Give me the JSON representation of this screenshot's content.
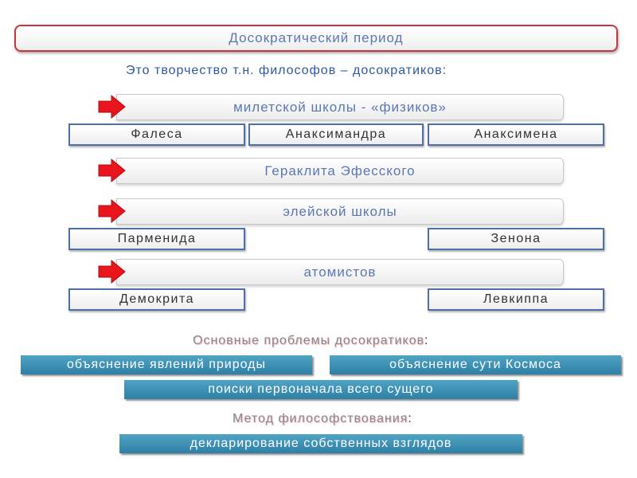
{
  "title": "Досократический период",
  "subtitle": "Это творчество т.н. философов – досократиков:",
  "schools": {
    "miletus": {
      "label": "милетской школы -  «физиков»",
      "members": [
        "Фалеса",
        "Анаксимандра",
        "Анаксимена"
      ]
    },
    "heraclitus": {
      "label": "Гераклита Эфесского"
    },
    "eleatic": {
      "label": "элейской школы",
      "members": [
        "Парменида",
        "Зенона"
      ]
    },
    "atomists": {
      "label": "атомистов",
      "members": [
        "Демокрита",
        "Левкиппа"
      ]
    }
  },
  "problems": {
    "heading": "Основные проблемы досократиков",
    "colon": ":",
    "items": [
      "объяснение явлений природы",
      "объяснение сути Космоса",
      "поиски первоначала всего сущего"
    ]
  },
  "method": {
    "heading": "Метод философствования",
    "colon": ":",
    "item": "декларирование собственных взглядов"
  },
  "colors": {
    "arrow": "#e8151c",
    "accent_border": "#c9353a",
    "name_border": "#4f6fa6",
    "teal": "#3b8fb4",
    "text_blue": "#5b77b5"
  },
  "icons": {
    "bullet": "red-arrow-icon"
  }
}
